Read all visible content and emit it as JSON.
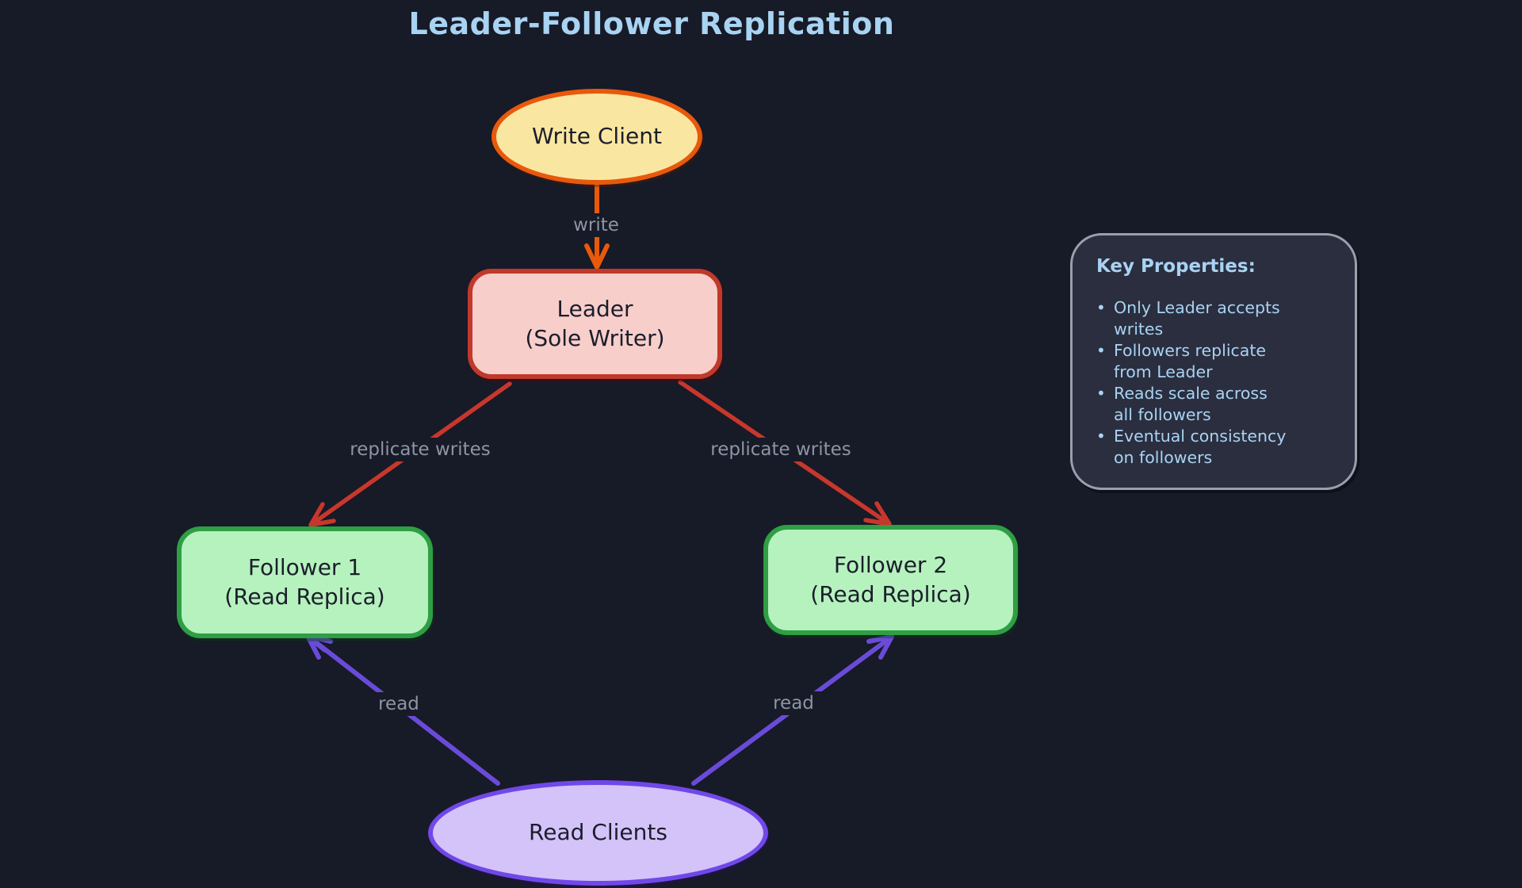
{
  "title": "Leader-Follower Replication",
  "nodes": {
    "write_client": {
      "label": "Write Client"
    },
    "leader": {
      "line1": "Leader",
      "line2": "(Sole Writer)"
    },
    "follower1": {
      "line1": "Follower 1",
      "line2": "(Read Replica)"
    },
    "follower2": {
      "line1": "Follower 2",
      "line2": "(Read Replica)"
    },
    "read_clients": {
      "label": "Read Clients"
    }
  },
  "edges": {
    "write": {
      "label": "write"
    },
    "replicate_left": {
      "label": "replicate writes"
    },
    "replicate_right": {
      "label": "replicate writes"
    },
    "read_left": {
      "label": "read"
    },
    "read_right": {
      "label": "read"
    }
  },
  "key_properties": {
    "title": "Key Properties:",
    "bullet": "•",
    "items": [
      {
        "line1": "Only Leader accepts",
        "line2": "writes"
      },
      {
        "line1": "Followers replicate",
        "line2": "from Leader"
      },
      {
        "line1": "Reads scale across",
        "line2": "all followers"
      },
      {
        "line1": "Eventual consistency",
        "line2": "on followers"
      }
    ]
  },
  "colors": {
    "background": "#171a27",
    "title_text": "#a8d3f2",
    "write_client_fill": "#f9e7a1",
    "write_client_border": "#e8590c",
    "leader_fill": "#f8cecb",
    "leader_border": "#c0392b",
    "follower_fill": "#b6f2be",
    "follower_border": "#2f9e44",
    "read_clients_fill": "#d4c3f9",
    "read_clients_border": "#7048e8",
    "write_arrow": "#e8590c",
    "replicate_arrow": "#c8372b",
    "read_arrow": "#6a4bd8",
    "edge_label_text": "#8d94a4",
    "node_text": "#1b1e2b",
    "panel_fill": "#2b2e3f",
    "panel_border": "#99a0ad",
    "panel_text": "#a8d3f2"
  }
}
